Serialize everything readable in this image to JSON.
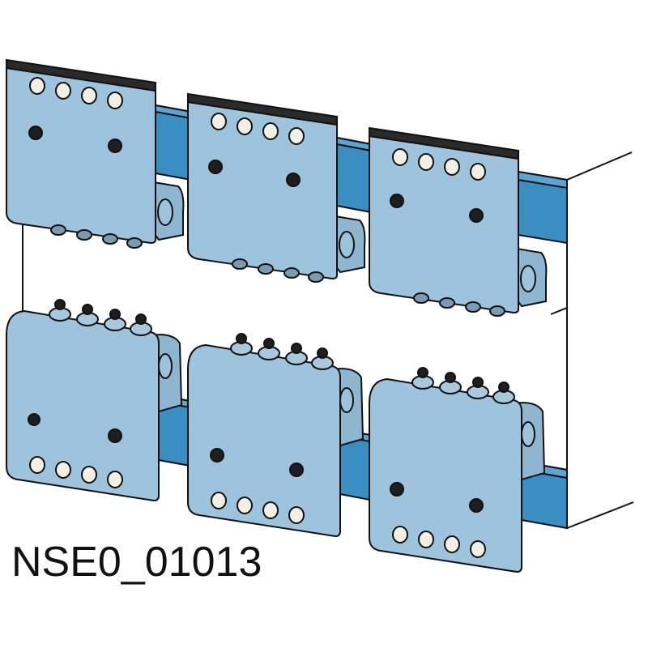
{
  "drawing": {
    "id_label": "NSE0_01013"
  },
  "colors": {
    "plate_fill": "#9ec3dc",
    "plate_top": "#b6d3e6",
    "busbar": "#3a8ec2",
    "busbar_dark": "#2a6f9c",
    "outline": "#111111",
    "hole_fill": "#f3efe2",
    "stud_fill": "#1e1e1e"
  },
  "components": {
    "upper_clamps": [
      {
        "name": "upper-clamp-1"
      },
      {
        "name": "upper-clamp-2"
      },
      {
        "name": "upper-clamp-3"
      }
    ],
    "lower_clamps": [
      {
        "name": "lower-clamp-1"
      },
      {
        "name": "lower-clamp-2"
      },
      {
        "name": "lower-clamp-3"
      }
    ]
  }
}
